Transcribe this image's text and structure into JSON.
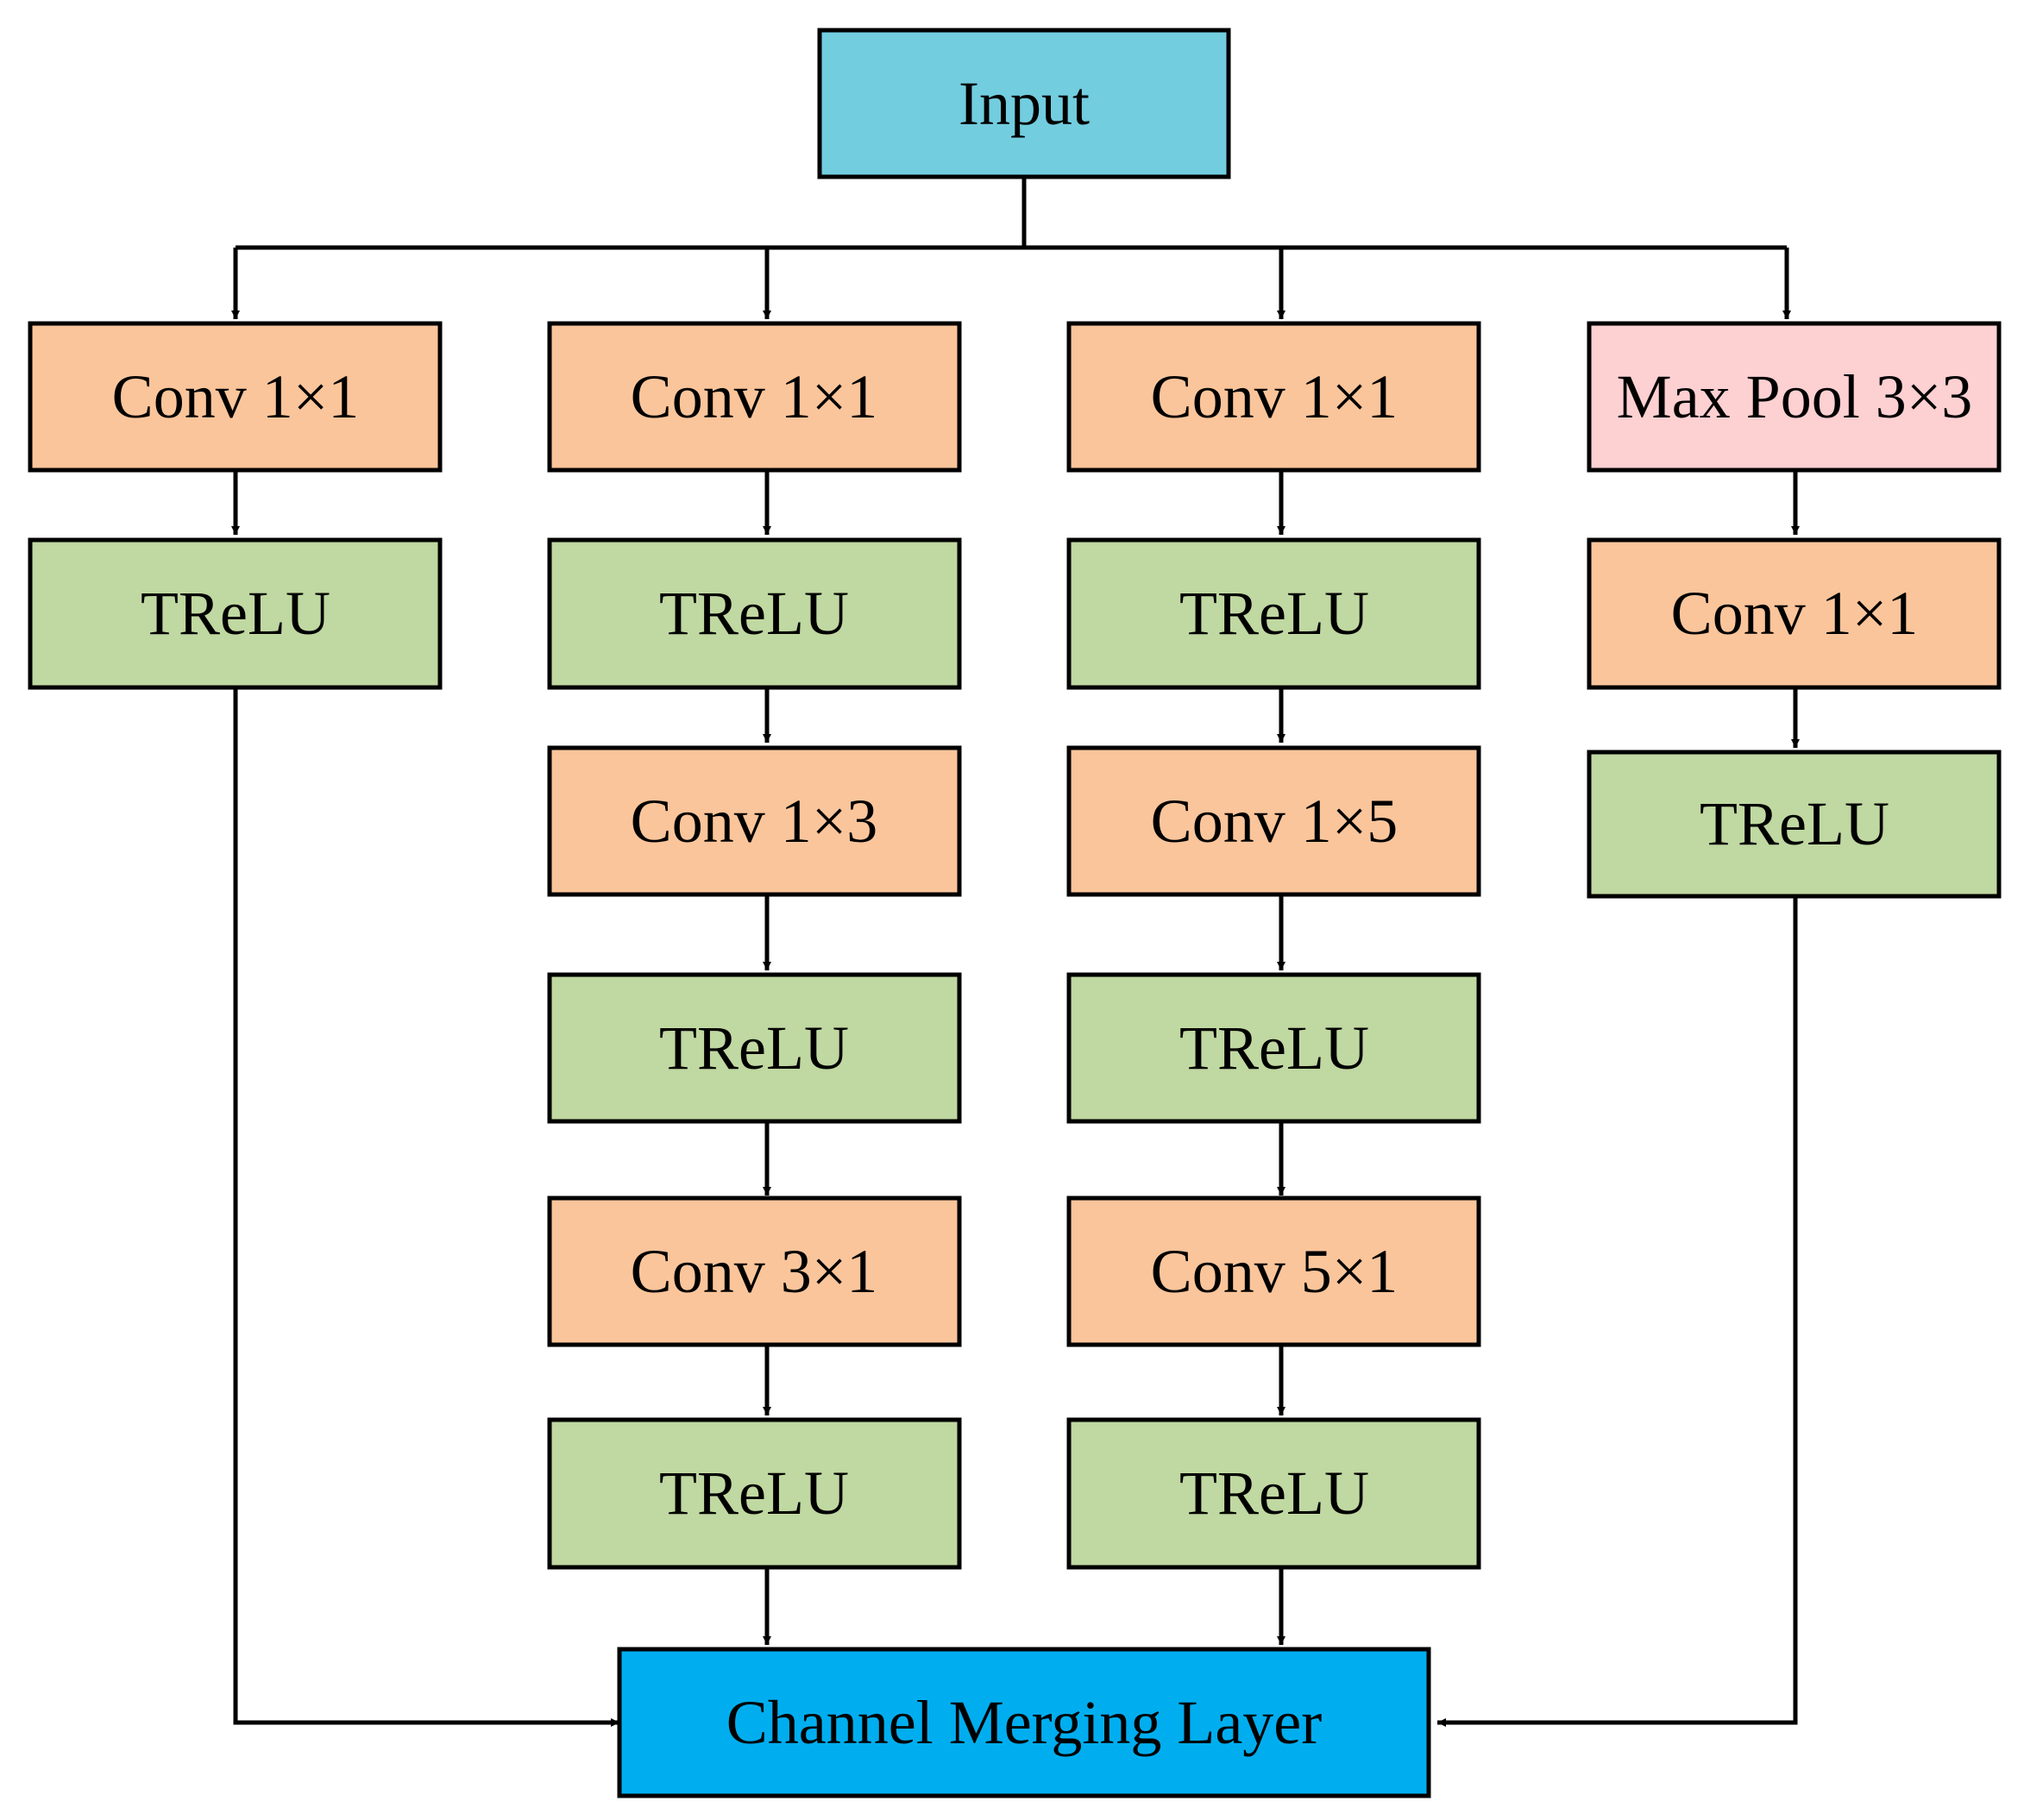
{
  "colors": {
    "input": "#72CDDF",
    "conv": "#FBC59B",
    "trelu": "#C0D8A1",
    "maxpool": "#FDD0D2",
    "merge": "#00AEEF",
    "stroke": "#000000"
  },
  "nodes": {
    "input": {
      "label": "Input",
      "kind": "input"
    },
    "b1_conv1": {
      "label": "Conv 1×1",
      "kind": "conv"
    },
    "b1_trelu1": {
      "label": "TReLU",
      "kind": "trelu"
    },
    "b2_conv1": {
      "label": "Conv 1×1",
      "kind": "conv"
    },
    "b2_trelu1": {
      "label": "TReLU",
      "kind": "trelu"
    },
    "b2_conv2": {
      "label": "Conv 1×3",
      "kind": "conv"
    },
    "b2_trelu2": {
      "label": "TReLU",
      "kind": "trelu"
    },
    "b2_conv3": {
      "label": "Conv 3×1",
      "kind": "conv"
    },
    "b2_trelu3": {
      "label": "TReLU",
      "kind": "trelu"
    },
    "b3_conv1": {
      "label": "Conv 1×1",
      "kind": "conv"
    },
    "b3_trelu1": {
      "label": "TReLU",
      "kind": "trelu"
    },
    "b3_conv2": {
      "label": "Conv 1×5",
      "kind": "conv"
    },
    "b3_trelu2": {
      "label": "TReLU",
      "kind": "trelu"
    },
    "b3_conv3": {
      "label": "Conv 5×1",
      "kind": "conv"
    },
    "b3_trelu3": {
      "label": "TReLU",
      "kind": "trelu"
    },
    "b4_pool": {
      "label": "Max Pool 3×3",
      "kind": "maxpool"
    },
    "b4_conv1": {
      "label": "Conv 1×1",
      "kind": "conv"
    },
    "b4_trelu1": {
      "label": "TReLU",
      "kind": "trelu"
    },
    "merge": {
      "label": "Channel Merging Layer",
      "kind": "merge"
    }
  },
  "edges": [
    [
      "input",
      "b1_conv1"
    ],
    [
      "input",
      "b2_conv1"
    ],
    [
      "input",
      "b3_conv1"
    ],
    [
      "input",
      "b4_pool"
    ],
    [
      "b1_conv1",
      "b1_trelu1"
    ],
    [
      "b1_trelu1",
      "merge"
    ],
    [
      "b2_conv1",
      "b2_trelu1"
    ],
    [
      "b2_trelu1",
      "b2_conv2"
    ],
    [
      "b2_conv2",
      "b2_trelu2"
    ],
    [
      "b2_trelu2",
      "b2_conv3"
    ],
    [
      "b2_conv3",
      "b2_trelu3"
    ],
    [
      "b2_trelu3",
      "merge"
    ],
    [
      "b3_conv1",
      "b3_trelu1"
    ],
    [
      "b3_trelu1",
      "b3_conv2"
    ],
    [
      "b3_conv2",
      "b3_trelu2"
    ],
    [
      "b3_trelu2",
      "b3_conv3"
    ],
    [
      "b3_conv3",
      "b3_trelu3"
    ],
    [
      "b3_trelu3",
      "merge"
    ],
    [
      "b4_pool",
      "b4_conv1"
    ],
    [
      "b4_conv1",
      "b4_trelu1"
    ],
    [
      "b4_trelu1",
      "merge"
    ]
  ]
}
